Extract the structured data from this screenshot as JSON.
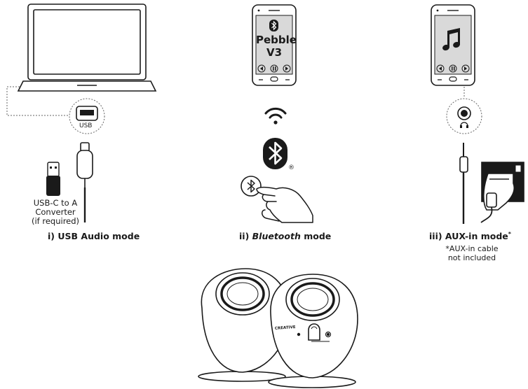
{
  "panels": {
    "usb": {
      "port_label": "USB",
      "converter_label": [
        "USB-C to A",
        "Converter",
        "(if required)"
      ],
      "mode_prefix": "i) ",
      "mode_name": "USB Audio mode"
    },
    "bluetooth": {
      "phone_line1": "Pebble",
      "phone_line2": "V3",
      "registered_mark": "®",
      "mode_prefix": "ii) ",
      "mode_italic": "Bluetooth",
      "mode_suffix": " mode"
    },
    "aux": {
      "mode_name": "iii) AUX-in mode",
      "mode_asterisk": "*",
      "footnote_line1": "*AUX-in cable",
      "footnote_line2": "not included"
    }
  },
  "speakers": {
    "brand_label": "CREATIVE"
  },
  "colors": {
    "line": "#1a1a1a",
    "screen": "#d9d9d9",
    "dotted": "#666666"
  }
}
